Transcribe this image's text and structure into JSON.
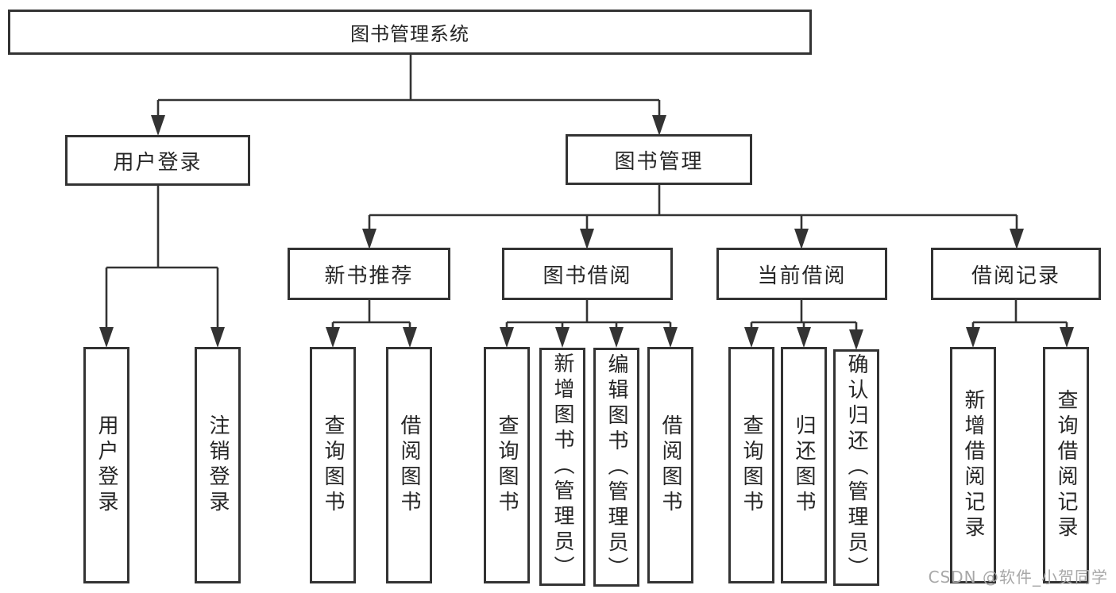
{
  "diagram": {
    "title": "图书管理系统",
    "watermark": "CSDN @软件_小贺同学",
    "colors": {
      "line": "#333333",
      "text": "#262626",
      "watermark": "#a8a8a8",
      "background": "#ffffff"
    },
    "nodes": {
      "root": "图书管理系统",
      "userLogin": "用户登录",
      "bookManagement": "图书管理",
      "newBookRecommend": "新书推荐",
      "bookBorrow": "图书借阅",
      "currentBorrow": "当前借阅",
      "borrowRecords": "借阅记录",
      "leafUserLogin": "用户登录",
      "leafLogout": "注销登录",
      "leafQueryBooks1": "查询图书",
      "leafBorrowBooks1": "借阅图书",
      "leafQueryBooks2": "查询图书",
      "leafAddBookAdmin": "新增图书（管理员）",
      "leafEditBookAdmin": "编辑图书（管理员）",
      "leafBorrowBooks2": "借阅图书",
      "leafQueryBooks3": "查询图书",
      "leafReturnBook": "归还图书",
      "leafConfirmReturnAdmin": "确认归还（管理员）",
      "leafAddBorrowRecord": "新增借阅记录",
      "leafQueryBorrowRecord": "查询借阅记录"
    },
    "hierarchy": [
      {
        "parent": "图书管理系统",
        "children": [
          "用户登录",
          "图书管理"
        ]
      },
      {
        "parent": "用户登录",
        "children": [
          "用户登录",
          "注销登录"
        ]
      },
      {
        "parent": "图书管理",
        "children": [
          "新书推荐",
          "图书借阅",
          "当前借阅",
          "借阅记录"
        ]
      },
      {
        "parent": "新书推荐",
        "children": [
          "查询图书",
          "借阅图书"
        ]
      },
      {
        "parent": "图书借阅",
        "children": [
          "查询图书",
          "新增图书（管理员）",
          "编辑图书（管理员）",
          "借阅图书"
        ]
      },
      {
        "parent": "当前借阅",
        "children": [
          "查询图书",
          "归还图书",
          "确认归还（管理员）"
        ]
      },
      {
        "parent": "借阅记录",
        "children": [
          "新增借阅记录",
          "查询借阅记录"
        ]
      }
    ]
  }
}
